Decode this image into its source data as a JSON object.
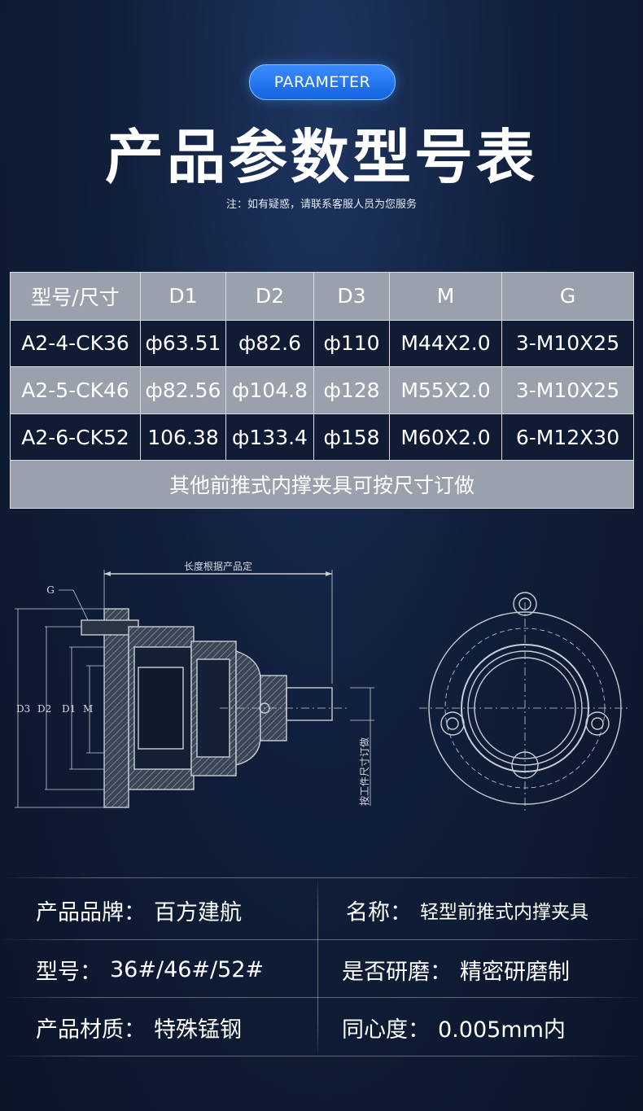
{
  "header": {
    "badge": "PARAMETER",
    "title": "产品参数型号表",
    "note": "注：如有疑惑，请联系客服人员为您服务"
  },
  "table": {
    "columns": [
      "型号/尺寸",
      "D1",
      "D2",
      "D3",
      "M",
      "G"
    ],
    "rows": [
      [
        "A2-4-CK36",
        "ф63.51",
        "ф82.6",
        "ф110",
        "M44X2.0",
        "3-M10X25"
      ],
      [
        "A2-5-CK46",
        "ф82.56",
        "ф104.8",
        "ф128",
        "M55X2.0",
        "3-M10X25"
      ],
      [
        "A2-6-CK52",
        "106.38",
        "ф133.4",
        "ф158",
        "M60X2.0",
        "6-M12X30"
      ]
    ],
    "footer": "其他前推式内撑夹具可按尺寸订做"
  },
  "drawing": {
    "length_label": "长度根据产品定",
    "g_label": "G",
    "d3_label": "D3",
    "d2_label": "D2",
    "d1_label": "D1",
    "m_label": "M",
    "custom_label": "按工件尺寸订做"
  },
  "info": {
    "brand_label": "产品品牌：",
    "brand_value": "百方建航",
    "name_label": "名称：",
    "name_value": "轻型前推式内撑夹具",
    "model_label": "型号：",
    "model_value": "36#/46#/52#",
    "grind_label": "是否研磨：",
    "grind_value": "精密研磨制",
    "material_label": "产品材质：",
    "material_value": "特殊锰钢",
    "concentric_label": "同心度：",
    "concentric_value": "0.005mm内"
  }
}
